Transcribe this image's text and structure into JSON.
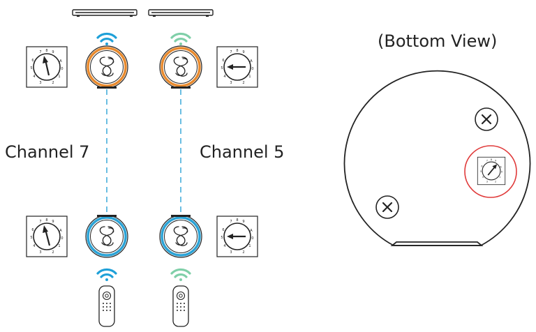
{
  "labels": {
    "channel_left": "Channel 7",
    "channel_right": "Channel 5",
    "bottom_view": "(Bottom View)"
  },
  "colors": {
    "accent_orange": "#E88A2E",
    "accent_blue": "#2BA3D6",
    "wifi_blue": "#1EA0D8",
    "wifi_green": "#7FCFA8",
    "dash": "#2BA3D6",
    "highlight_red": "#E03A3A",
    "stroke": "#222222"
  },
  "icons": [
    "soundbar-icon",
    "wifi-icon",
    "speaker-top-icon",
    "rotary-switch-icon",
    "remote-control-icon",
    "close-circle-icon"
  ]
}
